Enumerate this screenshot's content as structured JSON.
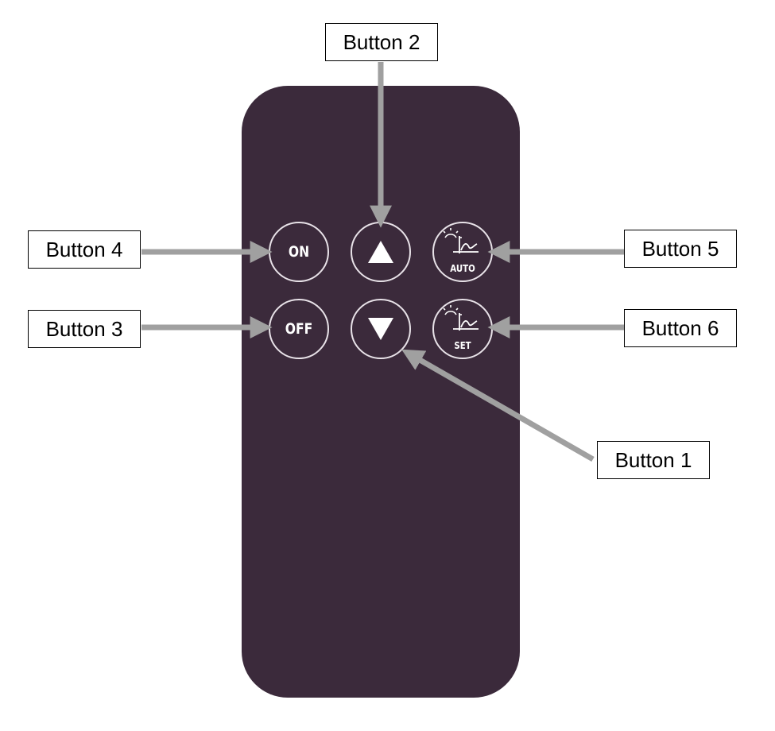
{
  "colors": {
    "remote_body": "#3b2a3b",
    "button_ring": "#e8e2e8",
    "leader_line": "#a0a0a0"
  },
  "remote": {
    "buttons": {
      "on": {
        "label": "ON"
      },
      "off": {
        "label": "OFF"
      },
      "up": {
        "icon": "triangle-up-icon"
      },
      "down": {
        "icon": "triangle-down-icon"
      },
      "auto": {
        "label": "AUTO",
        "icon": "sun-curve-icon"
      },
      "set": {
        "label": "SET",
        "icon": "sun-curve-icon"
      }
    }
  },
  "callouts": {
    "button1": "Button 1",
    "button2": "Button 2",
    "button3": "Button 3",
    "button4": "Button 4",
    "button5": "Button 5",
    "button6": "Button 6"
  }
}
